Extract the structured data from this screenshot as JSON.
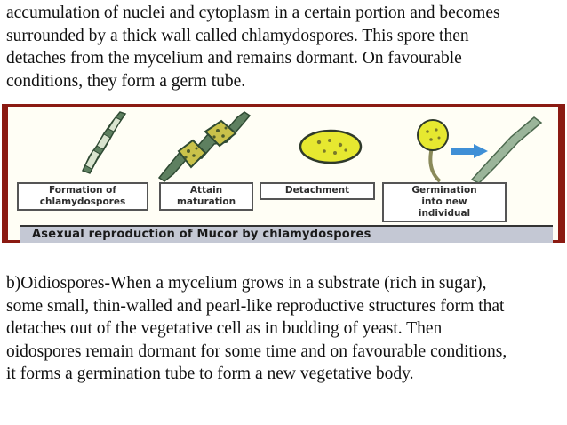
{
  "paragraph1": "accumulation of nuclei and cytoplasm in a certain portion and becomes\nsurrounded by a thick wall called chlamydospores. This spore then\ndetaches from the mycelium and remains dormant. On favourable\nconditions, they form a germ tube.",
  "figure": {
    "stages": [
      "Formation of\nchlamydospores",
      "Attain\nmaturation",
      "Detachment",
      "Germination\ninto new\nindividual"
    ],
    "caption": "Asexual reproduction of Mucor by chlamydospores",
    "colors": {
      "border": "#8b1a12",
      "hypha": "#5e8060",
      "spore": "#e6e830",
      "arrow": "#3f8fd6",
      "caption_bg": "#c4c8d4"
    }
  },
  "paragraph2": "b)Oidiospores-When a mycelium grows in a substrate (rich in sugar),\nsome small, thin-walled and pearl-like reproductive structures form that\ndetaches out of the vegetative cell as in budding of yeast. Then\noidospores remain dormant for some time and on favourable conditions,\nit forms a germination tube to form a new vegetative body."
}
